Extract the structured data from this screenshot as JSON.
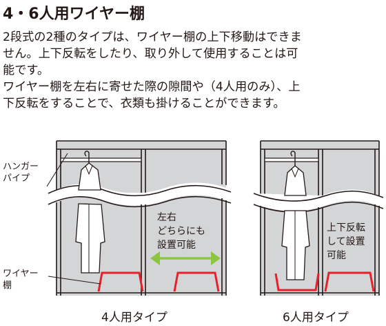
{
  "heading": "4・6人用ワイヤー棚",
  "paragraph": {
    "line1": "2段式の2種のタイプは、ワイヤー棚の上下移動はできま",
    "line2": "せん。上下反転をしたり、取り外して使用することは可",
    "line3": "能です。",
    "line4": "ワイヤー棚を左右に寄せた際の隙間や（4人用のみ）、上",
    "line5": "下反転をすることで、衣類も掛けることができます。"
  },
  "diagram": {
    "label_hanger_1": "ハンガー",
    "label_hanger_2": "パイプ",
    "label_wire_1": "ワイヤー",
    "label_wire_2": "棚",
    "note4_1": "左右",
    "note4_2": "どちらにも",
    "note4_3": "設置可能",
    "note6_1": "上下反転",
    "note6_2": "して設置",
    "note6_3": "可能",
    "caption_4": "4人用タイプ",
    "caption_6": "6人用タイプ",
    "colors": {
      "shelf": "#e8202a",
      "arrow": "#8cc63f",
      "panel": "#d4d5d7",
      "line": "#231815"
    }
  }
}
